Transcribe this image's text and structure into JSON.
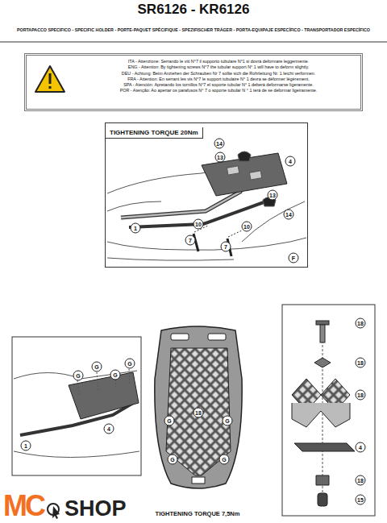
{
  "diagram": {
    "title": "SR6126 - KR6126",
    "nodes": [
      {
        "text": [
          "ITA - Attenzione: Serrando le viti N°7 il supporto tubulare N°1 si dovrà deformare leggermente.",
          "ENG - Attention: By tightening screws N°7 the tubular support N° 1 will have to deform slightly.",
          "DEU - Achtung: Beim Anziehen der Schrauben Nr 7 sollte sich die Rohrleitung Nr. 1 leicht verformen.",
          "FRA - Attention: En serrant les vis N°7 le support tubulaire N° 1 devra se déformer légèrement.",
          "SPA - Atención: Apretando los tornillos N°7 el soporte tubular N° 1 deberá deformarse ligeramente.",
          "POR - Atenção: Ao apertar os parafusos N° 7 o soporte tubular N ° 1 terá de se deformar ligeiramente."
        ]
      },
      {
        "text": [
          "TIGHTENING TORQUE 20Nm"
        ]
      }
    ],
    "labels": [
      "PORTAPACCO SPECIFICO - SPECIFIC HOLDER - PORTE-PAQUET SPÉCIFIQUE - SPEZIFISCHER TRÄGER - PORTA-EQUIPAJE ESPECÍFICO - TRANSPORTADOR ESPECÍFICO",
      "14",
      "13",
      "4",
      "13",
      "14",
      "1",
      "10",
      "7",
      "10",
      "7",
      "F",
      "G",
      "G",
      "G",
      "G",
      "4",
      "1",
      "18",
      "G",
      "G",
      "G",
      "G",
      "18",
      "18",
      "18",
      "4",
      "18",
      "15",
      "TIGHTENING TORQUE 7,5Nm",
      "MC",
      "SHOP"
    ]
  }
}
